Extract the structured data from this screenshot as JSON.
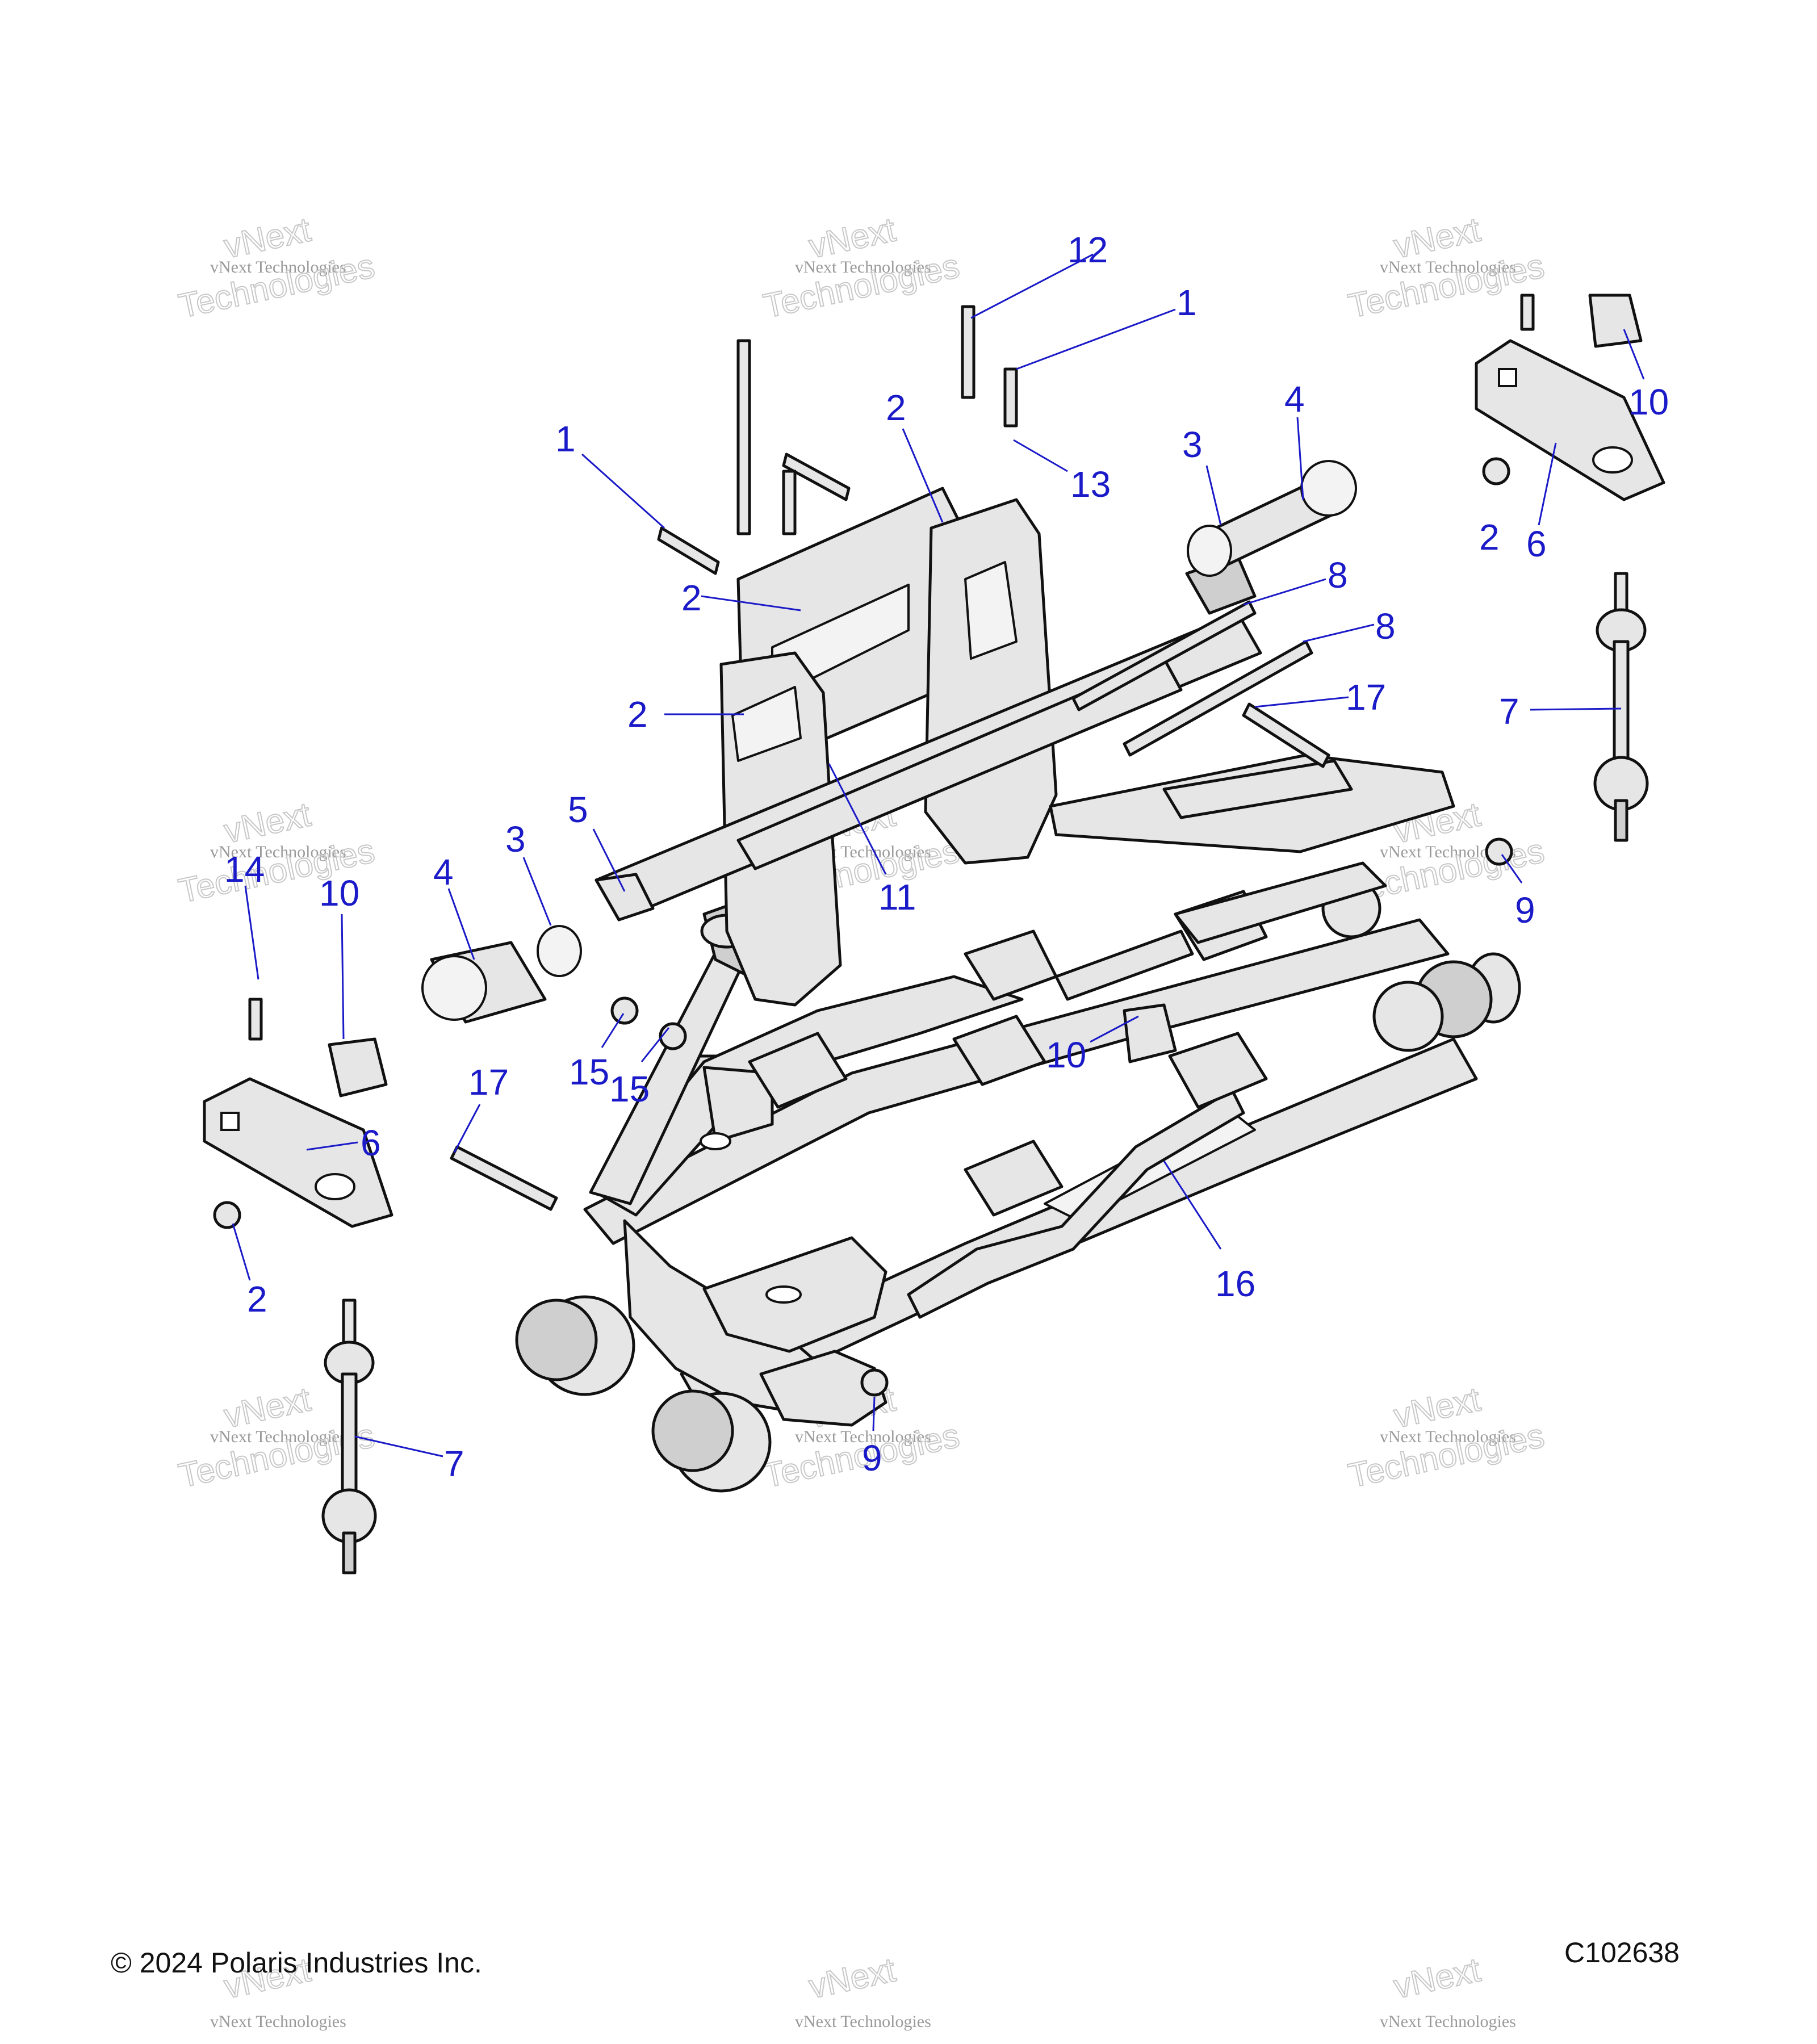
{
  "colors": {
    "callout": "#1a1ac8",
    "part_outline": "#111111",
    "part_fill": "#e6e6e6",
    "watermark": "#9a9a9a"
  },
  "footer": {
    "copyright": "© 2024 Polaris Industries Inc.",
    "drawing_id": "C102638"
  },
  "watermark": {
    "line1": "vNext Technologies",
    "line2": "vNext",
    "line3": "Technologies"
  },
  "callouts": [
    {
      "id": "c12",
      "label": "12"
    },
    {
      "id": "c1a",
      "label": "1"
    },
    {
      "id": "c1b",
      "label": "1"
    },
    {
      "id": "c2a",
      "label": "2"
    },
    {
      "id": "c13",
      "label": "13"
    },
    {
      "id": "c3a",
      "label": "3"
    },
    {
      "id": "c4a",
      "label": "4"
    },
    {
      "id": "c10a",
      "label": "10"
    },
    {
      "id": "c2b",
      "label": "2"
    },
    {
      "id": "c6a",
      "label": "6"
    },
    {
      "id": "c2c",
      "label": "2"
    },
    {
      "id": "c8a",
      "label": "8"
    },
    {
      "id": "c8b",
      "label": "8"
    },
    {
      "id": "c17a",
      "label": "17"
    },
    {
      "id": "c7a",
      "label": "7"
    },
    {
      "id": "c2d",
      "label": "2"
    },
    {
      "id": "c5",
      "label": "5"
    },
    {
      "id": "c3b",
      "label": "3"
    },
    {
      "id": "c4b",
      "label": "4"
    },
    {
      "id": "c11",
      "label": "11"
    },
    {
      "id": "c14",
      "label": "14"
    },
    {
      "id": "c10b",
      "label": "10"
    },
    {
      "id": "c9a",
      "label": "9"
    },
    {
      "id": "c15a",
      "label": "15"
    },
    {
      "id": "c15b",
      "label": "15"
    },
    {
      "id": "c10c",
      "label": "10"
    },
    {
      "id": "c17b",
      "label": "17"
    },
    {
      "id": "c6b",
      "label": "6"
    },
    {
      "id": "c16",
      "label": "16"
    },
    {
      "id": "c2e",
      "label": "2"
    },
    {
      "id": "c7b",
      "label": "7"
    },
    {
      "id": "c9b",
      "label": "9"
    }
  ]
}
